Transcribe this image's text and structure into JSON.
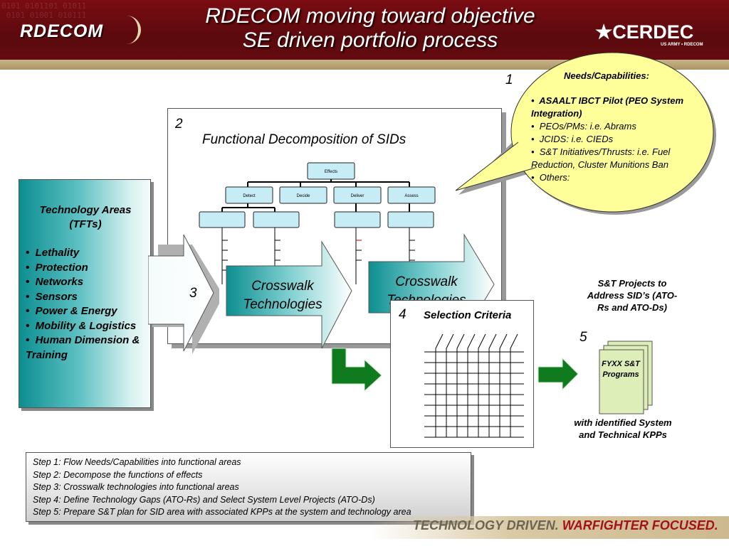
{
  "header": {
    "title_line1": "RDECOM moving toward objective",
    "title_line2": "SE driven portfolio process",
    "logo_left": "RDECOM",
    "logo_right": "★CERDEC",
    "logo_right_sub": "US ARMY • RDECOM"
  },
  "markers": {
    "n1": "1",
    "n2": "2",
    "n3": "3",
    "n4": "4",
    "n5": "5"
  },
  "decomposition": {
    "title": "Functional Decomposition of SIDs",
    "root": "Effects",
    "functions": [
      "Detect",
      "Decide",
      "Deliver",
      "Assess"
    ]
  },
  "tft": {
    "title": "Technology Areas (TFTs)",
    "items": [
      "Lethality",
      "Protection",
      "Networks",
      "Sensors",
      "Power & Energy",
      "Mobility & Logistics",
      "Human Dimension & Training"
    ]
  },
  "crosswalk": {
    "label_a": "Crosswalk Technologies",
    "label_b": "Crosswalk Technologies"
  },
  "selection": {
    "title": "Selection Criteria"
  },
  "needs": {
    "title": "Needs/Capabilities:",
    "items": [
      "ASAALT IBCT Pilot (PEO System Integration)",
      "PEOs/PMs: i.e. Abrams",
      "JCIDS: i.e. CIEDs",
      "S&T Initiatives/Thrusts: i.e. Fuel Reduction, Cluster Munitions Ban",
      "Others:"
    ]
  },
  "st_projects": {
    "heading": "S&T Projects to Address SID’s (ATO-Rs and ATO-Ds)",
    "programs_label": "FYXX S&T Programs",
    "kpps": "with identified System and Technical KPPs"
  },
  "steps": [
    "Step 1:  Flow Needs/Capabilities into functional areas",
    "Step 2:  Decompose the functions of effects",
    "Step 3:  Crosswalk technologies into functional areas",
    "Step 4:  Define Technology Gaps (ATO-Rs) and Select System Level Projects (ATO-Ds)",
    "Step 5:  Prepare S&T plan for SID area with associated KPPs at the system and technology area"
  ],
  "footer": {
    "tag_a": "TECHNOLOGY DRIVEN.",
    "tag_b": "WARFIGHTER FOCUSED."
  },
  "colors": {
    "header_maroon": "#6a0c11",
    "header_gold": "#c9b48a",
    "teal": "#0d8e91",
    "callout_yellow": "#ffff99",
    "green_arrow": "#0f7a1e",
    "program_green": "#ddeeb8",
    "node_blue": "#c6ecf6"
  }
}
